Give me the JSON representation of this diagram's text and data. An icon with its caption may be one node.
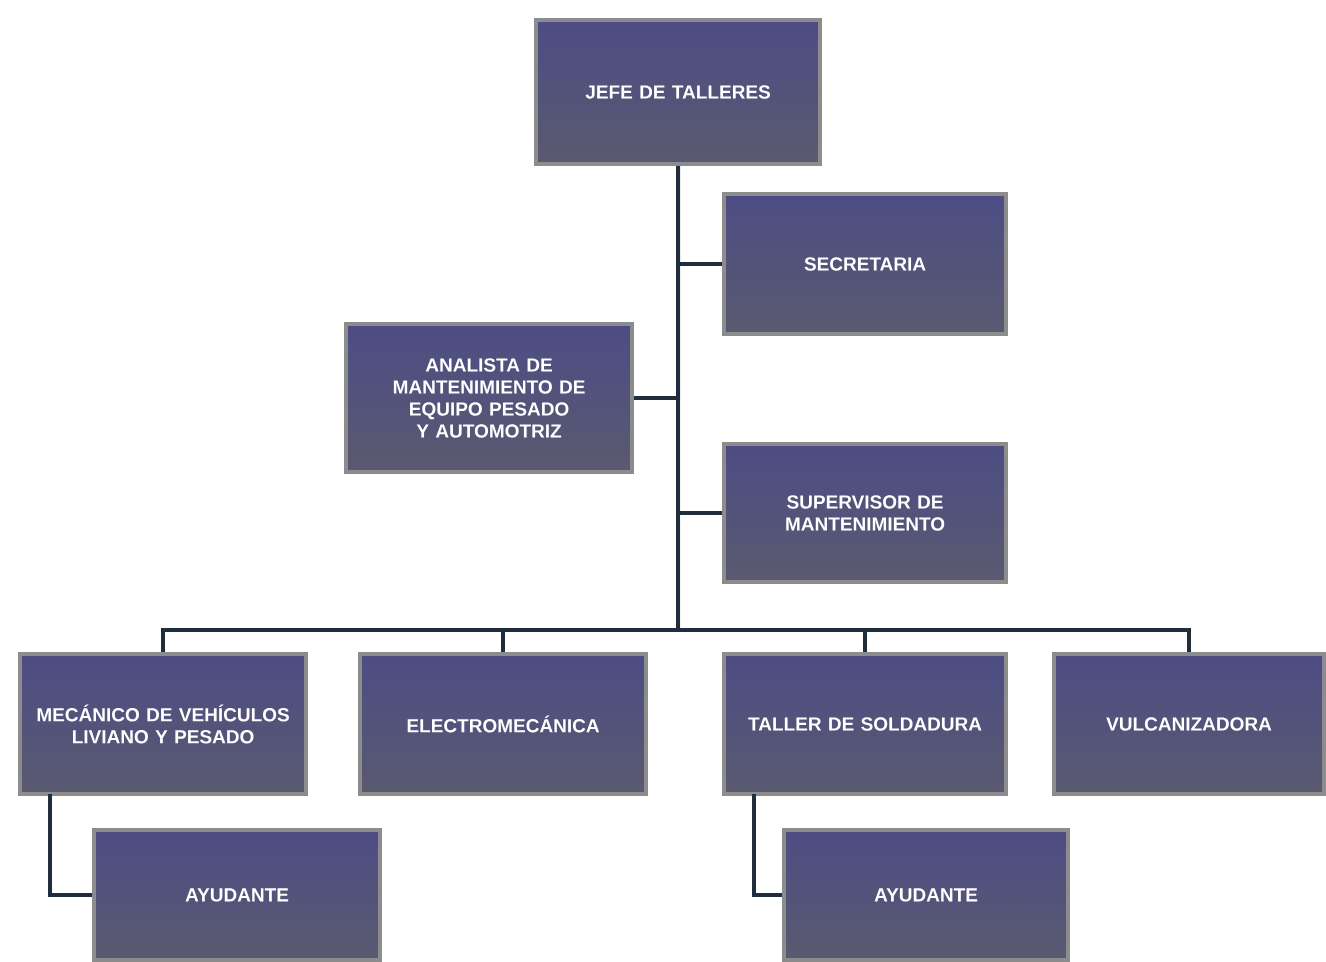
{
  "diagram": {
    "nodes": [
      {
        "text": [
          "JEFE DE TALLERES"
        ]
      },
      {
        "text": [
          "SECRETARIA"
        ]
      },
      {
        "text": [
          "ANALISTA DE MANTENIMIENTO DE EQUIPO PESADO Y AUTOMOTRIZ"
        ]
      },
      {
        "text": [
          "SUPERVISOR DE MANTENIMIENTO"
        ]
      },
      {
        "text": [
          "MECÁNICO DE VEHÍCULOS LIVIANO Y PESADO"
        ]
      },
      {
        "text": [
          "ELECTROMECÁNICA"
        ]
      },
      {
        "text": [
          "TALLER DE SOLDADURA"
        ]
      },
      {
        "text": [
          "VULCANIZADORA"
        ]
      },
      {
        "text": [
          "AYUDANTE"
        ]
      },
      {
        "text": [
          "AYUDANTE"
        ]
      }
    ],
    "edges": [
      {
        "from": 0,
        "to": 1,
        "arrow": "none"
      },
      {
        "from": 0,
        "to": 2,
        "arrow": "none"
      },
      {
        "from": 0,
        "to": 3,
        "arrow": "none"
      },
      {
        "from": 0,
        "to": 4,
        "arrow": "none"
      },
      {
        "from": 0,
        "to": 5,
        "arrow": "none"
      },
      {
        "from": 0,
        "to": 6,
        "arrow": "none"
      },
      {
        "from": 0,
        "to": 7,
        "arrow": "none"
      },
      {
        "from": 4,
        "to": 8,
        "arrow": "none"
      },
      {
        "from": 6,
        "to": 9,
        "arrow": "none"
      }
    ]
  }
}
